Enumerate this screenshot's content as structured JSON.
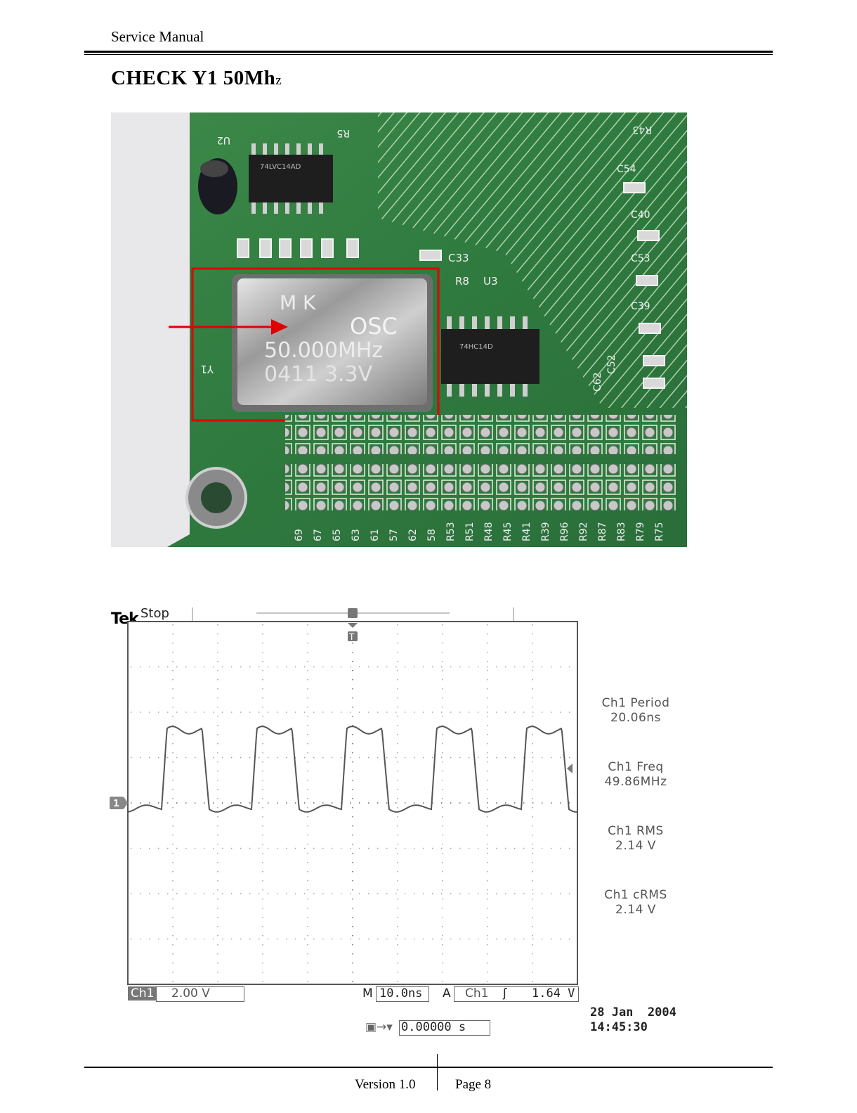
{
  "header": {
    "text": "Service Manual"
  },
  "title": {
    "main": "CHECK Y1 50Mh",
    "suffix": "z"
  },
  "photo": {
    "labels": {
      "osc_line1": "M   K",
      "osc_line2": "OSC",
      "osc_line3": "50.000MHz",
      "osc_line4": "0411  3.3V",
      "chip_u2": "74LVC14AD",
      "chip_u3": "74HC14D",
      "y1": "Y1",
      "u2": "U2",
      "u3": "U3",
      "r8": "R8",
      "c33": "C33",
      "c54": "C54",
      "c40": "C40",
      "c53": "C53",
      "c39": "C39",
      "c52": "C52",
      "c62": "C62",
      "r43": "R43",
      "r5": "R5",
      "bottom_labels": [
        "69",
        "67",
        "65",
        "63",
        "61",
        "57",
        "62",
        "58",
        "R53",
        "R51",
        "R48",
        "R45",
        "R41",
        "R39",
        "R96",
        "R92",
        "R87",
        "R83",
        "R79",
        "R75"
      ]
    },
    "colors": {
      "board": "#2e7a3e",
      "highlight": "#e00000"
    }
  },
  "scope": {
    "brand": "Tek",
    "state": "Stop",
    "trigger_marker": "T",
    "channel_marker": "1",
    "measurements": [
      {
        "label": "Ch1 Period",
        "value": "20.06ns"
      },
      {
        "label": "Ch1 Freq",
        "value": "49.86MHz"
      },
      {
        "label": "Ch1 RMS",
        "value": "2.14 V"
      },
      {
        "label": "Ch1 cRMS",
        "value": "2.14 V"
      }
    ],
    "ch_label": "Ch1",
    "ch_scale": "2.00 V",
    "m_label": "M",
    "timebase": "10.0ns",
    "a_label": "A",
    "trig_source": "Ch1",
    "trig_slope": "ʃ",
    "trig_level": "1.64 V",
    "trig_pos": "0.00000 s",
    "date": "28 Jan  2004",
    "time": "14:45:30"
  },
  "footer": {
    "version": "Version 1.0",
    "page": "Page 8"
  }
}
